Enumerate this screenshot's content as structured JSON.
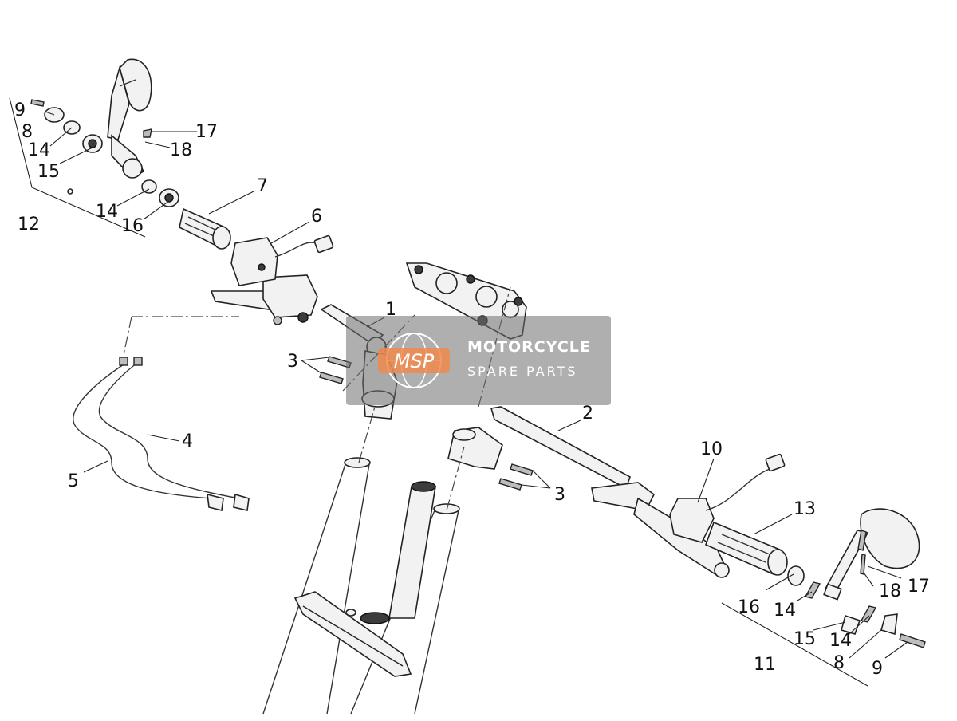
{
  "watermark": {
    "logo_text": "MSP",
    "title": "MOTORCYCLE",
    "subtitle": "SPARE PARTS",
    "accent_color": "#f08a4b"
  },
  "callouts": {
    "c1": "1",
    "c2": "2",
    "c3a": "3",
    "c3b": "3",
    "c4": "4",
    "c5": "5",
    "c6": "6",
    "c7": "7",
    "c8a": "8",
    "c8b": "8",
    "c9a": "9",
    "c9b": "9",
    "c10": "10",
    "c11": "11",
    "c12": "12",
    "c13": "13",
    "c14a": "14",
    "c14b": "14",
    "c14c": "14",
    "c14d": "14",
    "c15a": "15",
    "c15b": "15",
    "c16a": "16",
    "c16b": "16",
    "c17a": "17",
    "c17b": "17",
    "c18a": "18",
    "c18b": "18"
  }
}
